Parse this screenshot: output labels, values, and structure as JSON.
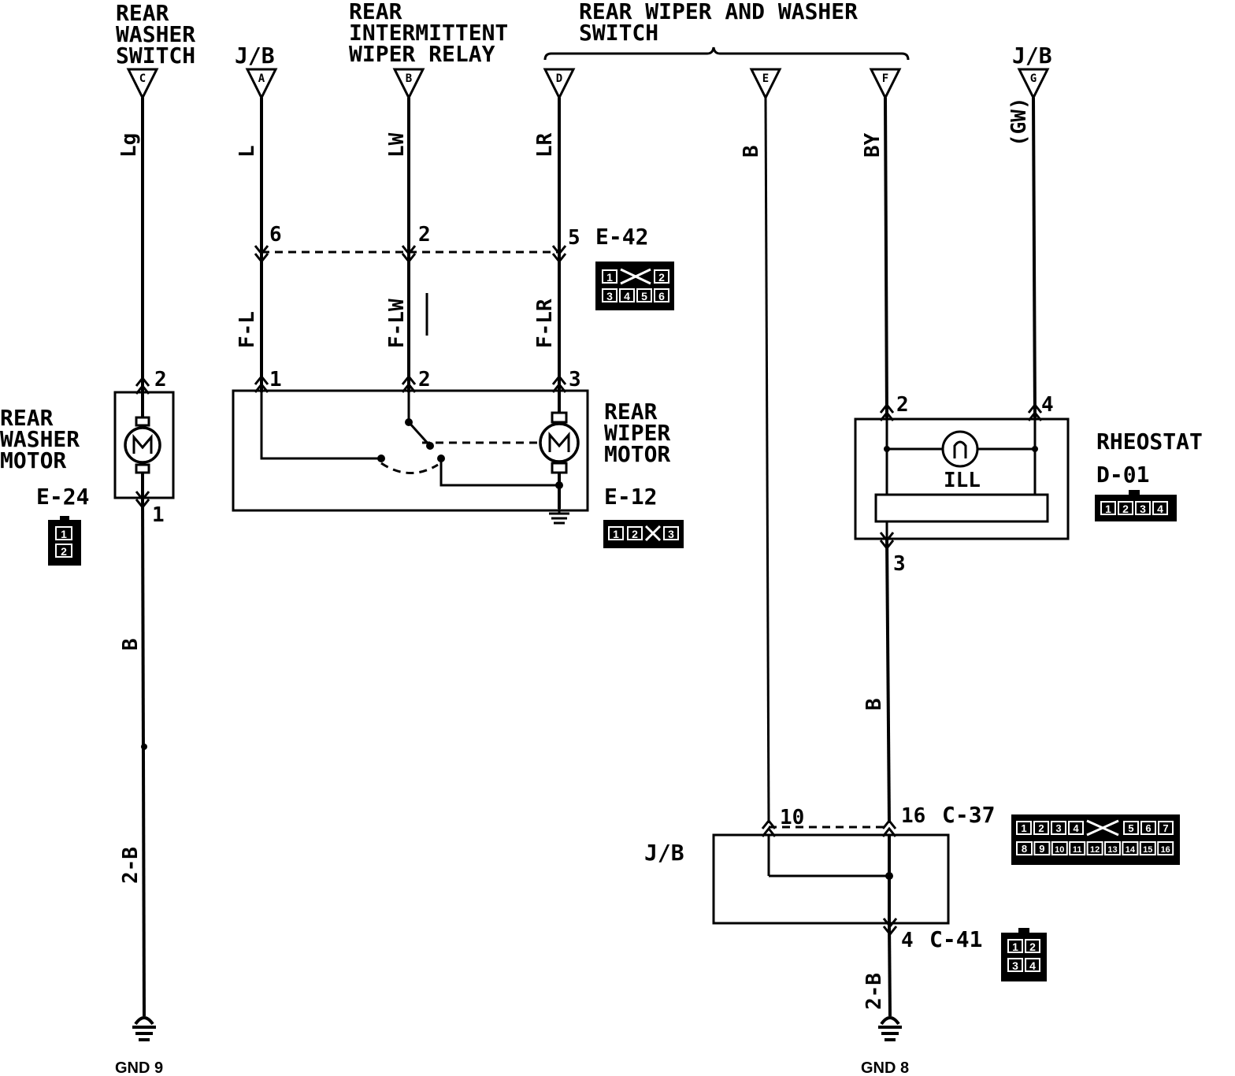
{
  "labels": {
    "rear_washer_switch": [
      "REAR",
      "WASHER",
      "SWITCH"
    ],
    "jb_a": "J/B",
    "rear_intermittent_wiper_relay": [
      "REAR",
      "INTERMITTENT",
      "WIPER RELAY"
    ],
    "rear_wiper_and_washer_switch": [
      "REAR WIPER AND WASHER",
      "SWITCH"
    ],
    "jb_g": "J/B",
    "rear_washer_motor": [
      "REAR",
      "WASHER",
      "MOTOR"
    ],
    "rear_wiper_motor": [
      "REAR",
      "WIPER",
      "MOTOR"
    ],
    "rheostat": "RHEOSTAT",
    "jb_box": "J/B",
    "ill": "ILL",
    "gnd9": "GND 9",
    "gnd8": "GND 8"
  },
  "terminals": [
    "C",
    "A",
    "B",
    "D",
    "E",
    "F",
    "G"
  ],
  "wires": {
    "lg": "Lg",
    "l": "L",
    "lw": "LW",
    "lr": "LR",
    "b_e": "B",
    "by": "BY",
    "gw": "(GW)",
    "fl": "F-L",
    "flw": "F-LW",
    "flr": "F-LR",
    "b_washer": "B",
    "twob_washer": "2-B",
    "b_rheo": "B",
    "twob_gnd8": "2-B"
  },
  "pins": {
    "e42_6": "6",
    "e42_2": "2",
    "e42_5": "5",
    "wm_1": "1",
    "wm_2": "2",
    "wm_3": "3",
    "wash_2": "2",
    "wash_1": "1",
    "rh_2": "2",
    "rh_4": "4",
    "rh_3": "3",
    "jb_10": "10",
    "jb_16": "16",
    "jb_4": "4"
  },
  "connectors": {
    "e42": {
      "id": "E-42",
      "row1": [
        "1",
        "2"
      ],
      "row2": [
        "3",
        "4",
        "5",
        "6"
      ]
    },
    "e12": {
      "id": "E-12",
      "cells": [
        "1",
        "2",
        "3"
      ]
    },
    "e24": {
      "id": "E-24",
      "cells": [
        "1",
        "2"
      ]
    },
    "d01": {
      "id": "D-01",
      "cells": [
        "1",
        "2",
        "3",
        "4"
      ]
    },
    "c37": {
      "id": "C-37",
      "row1": [
        "1",
        "2",
        "3",
        "4",
        "5",
        "6",
        "7"
      ],
      "row2": [
        "8",
        "9",
        "10",
        "11",
        "12",
        "13",
        "14",
        "15",
        "16"
      ]
    },
    "c41": {
      "id": "C-41",
      "cells": [
        "1",
        "2",
        "3",
        "4"
      ]
    }
  }
}
